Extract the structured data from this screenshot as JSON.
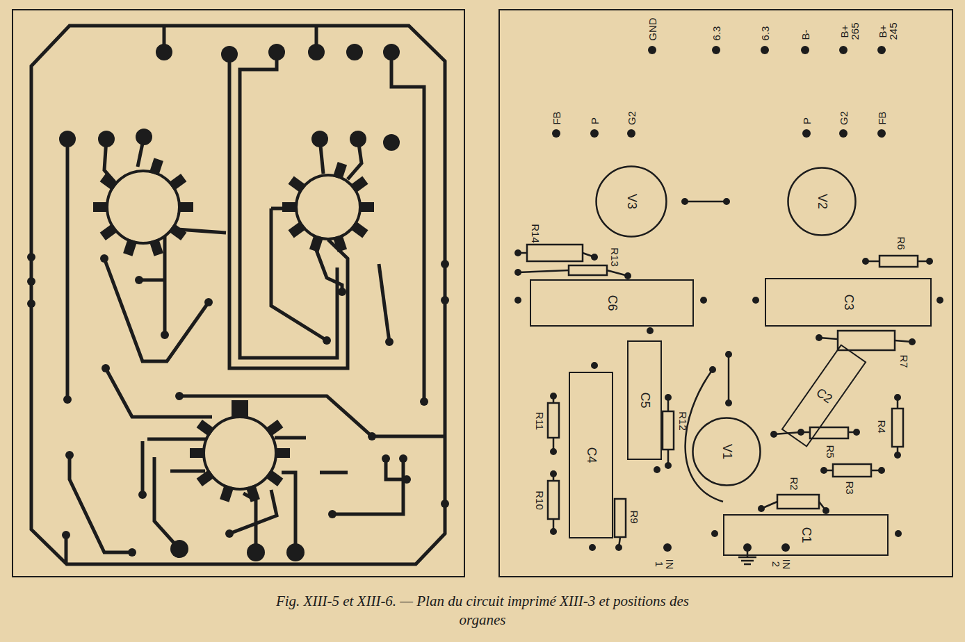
{
  "diagram": {
    "caption": "Fig. XIII-5 et XIII-6. — Plan du circuit imprimé XIII-3 et positions des organes",
    "nodes": [
      {
        "text": [
          "V3"
        ]
      },
      {
        "text": [
          "V2"
        ]
      },
      {
        "text": [
          "C6"
        ]
      },
      {
        "text": [
          "C3"
        ]
      },
      {
        "text": [
          "C5"
        ]
      },
      {
        "text": [
          "C4"
        ]
      },
      {
        "text": [
          "C2"
        ]
      },
      {
        "text": [
          "V1"
        ]
      },
      {
        "text": [
          "C1"
        ]
      }
    ],
    "labels": [
      "GND",
      "6.3",
      "6.3",
      "B-",
      "B+ 265",
      "B+ 245",
      "FB",
      "P",
      "G2",
      "P",
      "G2",
      "FB",
      "R14",
      "R13",
      "R6",
      "R7",
      "R11",
      "R12",
      "R10",
      "R9",
      "R5",
      "R4",
      "R3",
      "R2",
      "IN 1",
      "IN 2"
    ]
  }
}
